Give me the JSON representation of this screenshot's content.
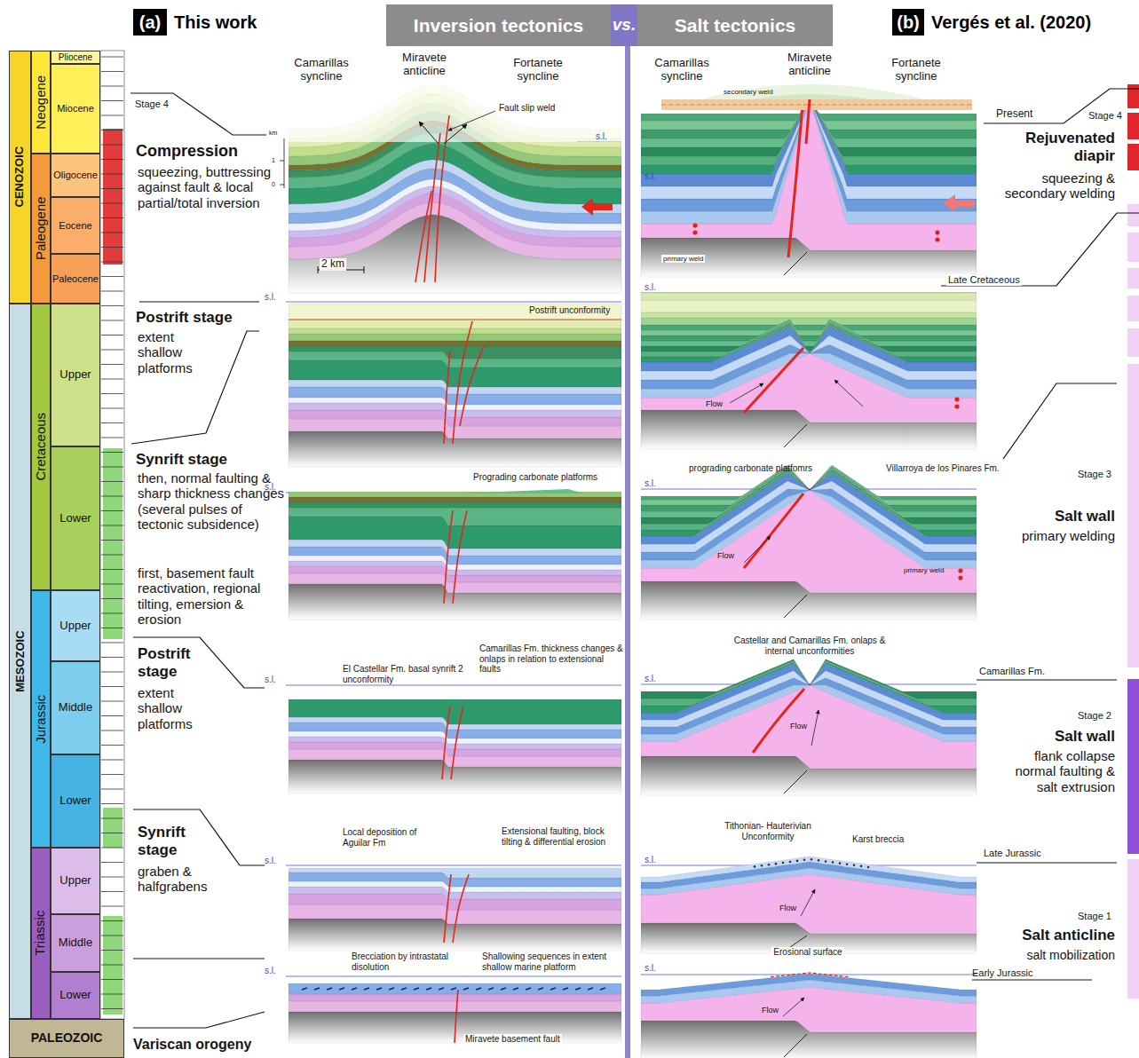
{
  "diagram": {
    "nodes": [
      {
        "text": [
          "(a)",
          "This work"
        ]
      },
      {
        "text": [
          "Inversion tectonics",
          "Salt tectonics"
        ]
      },
      {
        "text": [
          "vs."
        ],
        "in": 1
      },
      {
        "text": [
          "(b)",
          "Vergés et al. (2020)"
        ]
      },
      {
        "text": [
          "CENOZOIC"
        ]
      },
      {
        "text": [
          "Neogene"
        ]
      },
      {
        "text": [
          "Pliocene"
        ]
      },
      {
        "text": [
          "Miocene"
        ]
      },
      {
        "text": [
          "Paleogene"
        ]
      },
      {
        "text": [
          "Oligocene"
        ]
      },
      {
        "text": [
          "Eocene"
        ]
      },
      {
        "text": [
          "Paleocene"
        ]
      },
      {
        "text": [
          "MESOZOIC"
        ]
      },
      {
        "text": [
          "Cretaceous"
        ]
      },
      {
        "text": [
          "Upper"
        ]
      },
      {
        "text": [
          "Lower"
        ]
      },
      {
        "text": [
          "Jurassic"
        ]
      },
      {
        "text": [
          "Upper"
        ]
      },
      {
        "text": [
          "Middle"
        ]
      },
      {
        "text": [
          "Lower"
        ]
      },
      {
        "text": [
          "Triassic"
        ]
      },
      {
        "text": [
          "Upper"
        ]
      },
      {
        "text": [
          "Middle"
        ]
      },
      {
        "text": [
          "Lower"
        ]
      },
      {
        "text": [
          "PALEOZOIC"
        ]
      }
    ],
    "labels": [
      "Stage 4",
      "Compression",
      "squeezing, buttressing against fault & local partial/total inversion",
      "Postrift stage",
      "extent shallow platforms",
      "Synrift stage",
      "then, normal faulting & sharp thickness changes (several pulses of tectonic subsidence)",
      "first, basement fault reactivation, regional tilting, emersion & erosion",
      "Postrift stage",
      "extent shallow platforms",
      "Synrift stage",
      "graben & halfgrabens",
      "Variscan orogeny",
      "Camarillas syncline",
      "Miravete anticline",
      "Fortanete syncline",
      "Fault slip weld",
      "km",
      "1",
      "0",
      "s.l.",
      "2 km",
      "s.l.",
      "Postrift unconformity",
      "s.l.",
      "Prograding carbonate platforms",
      "s.l.",
      "El Castellar Fm. basal synrift 2 unconformity",
      "Camarillas Fm. thickness changes & onlaps in relation to extensional faults",
      "s.l.",
      "Local deposition of Aguilar Fm",
      "Extensional faulting, block tilting & differential erosion",
      "s.l.",
      "Brecciation by intrastatal disolution",
      "Shallowing sequences in extent shallow marine platform",
      "Miravete basement fault",
      "Camarillas syncline",
      "Miravete anticline",
      "Fortanete syncline",
      "secondary weld",
      "s.l.",
      "primary weld",
      "Present",
      "Stage 4",
      "Rejuvenated diapir",
      "squeezing & secondary welding",
      "s.l.",
      "Late Cretaceous",
      "Flow",
      "s.l.",
      "prograding carbonate platfomrs",
      "Villarroya de los Pinares Fm.",
      "Flow",
      "primary weld",
      "Stage 3",
      "Salt wall",
      "primary welding",
      "Castellar and Camarillas Fm. onlaps & internal unconformities",
      "Camarillas Fm.",
      "s.l.",
      "Flow",
      "Stage 2",
      "Salt wall",
      "flank collapse normal faulting & salt extrusion",
      "Tithonian- Hauterivian Unconformity",
      "Karst breccia",
      "s.l.",
      "Late Jurassic",
      "Flow",
      "Stage 1",
      "Salt anticline",
      "salt mobilization",
      "Erosional surface",
      "s.l.",
      "Early Jurassic",
      "Flow"
    ]
  }
}
